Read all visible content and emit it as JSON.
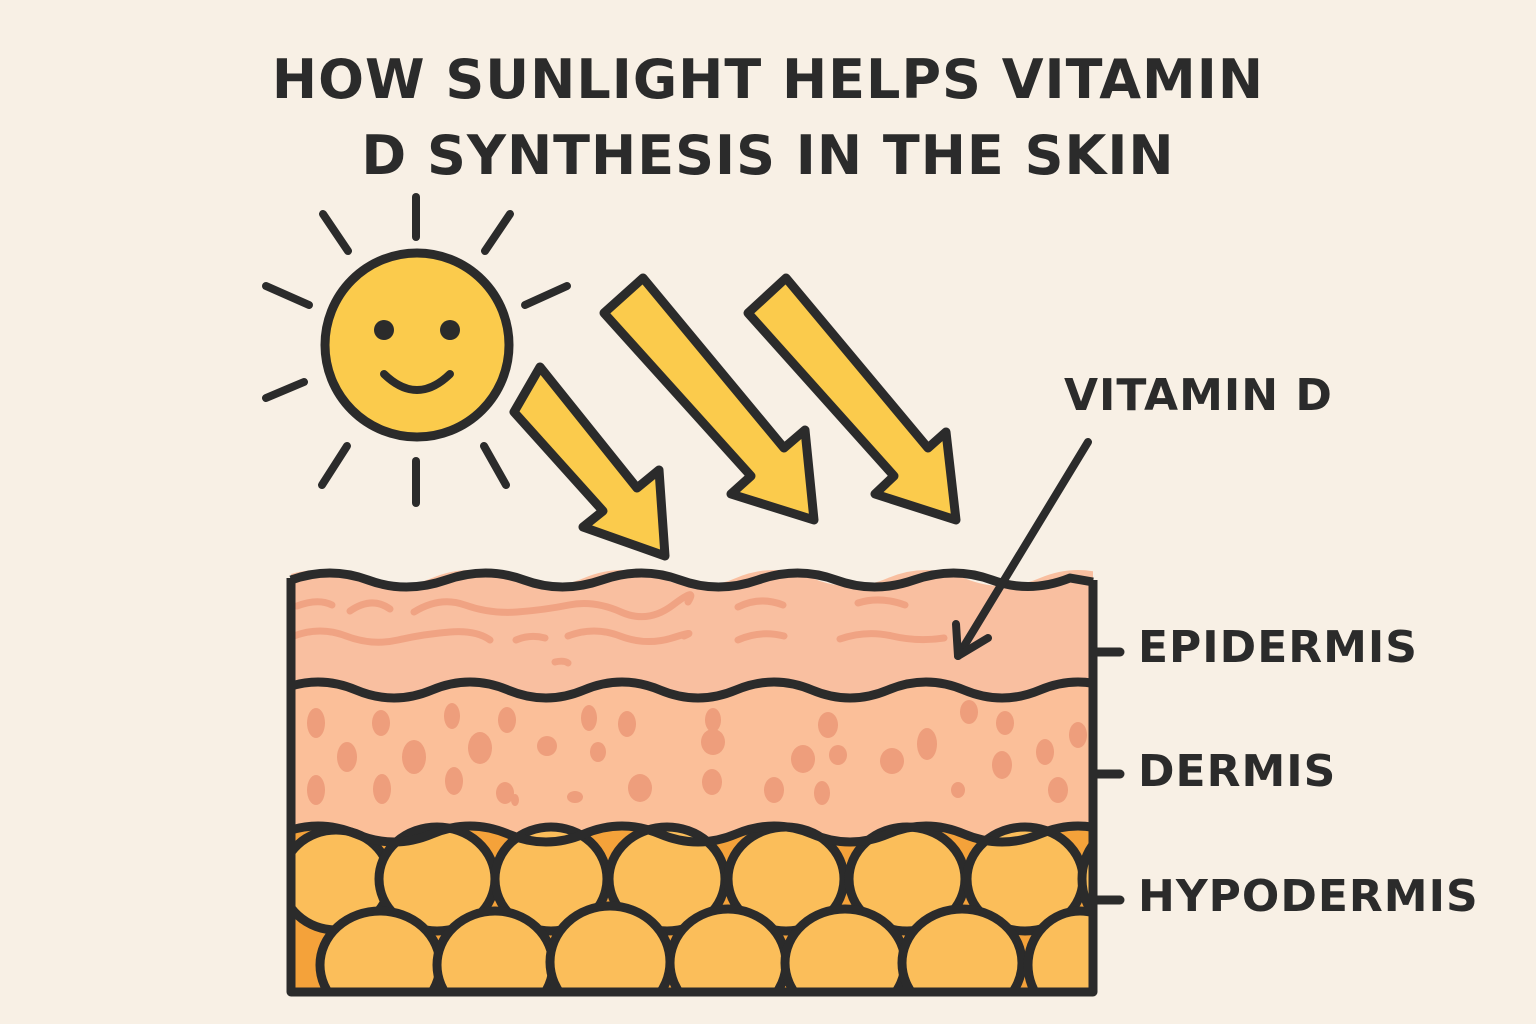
{
  "title": {
    "line1": "HOW SUNLIGHT HELPS VITAMIN",
    "line2": "D SYNTHESIS IN THE SKIN"
  },
  "callout": {
    "label": "VITAMIN D"
  },
  "layers": [
    {
      "label": "EPIDERMIS",
      "color": "#f9bfa0"
    },
    {
      "label": "DERMIS",
      "color": "#fbbf99"
    },
    {
      "label": "HYPODERMIS",
      "color": "#fbbe5a"
    }
  ],
  "icons": {
    "sun": "smiling-sun",
    "rays": "sunlight-arrow"
  },
  "colors": {
    "background": "#f8f0e5",
    "outline": "#2b2b2b",
    "sun_fill": "#fbcb4c",
    "arrow_fill": "#fbcb4c",
    "epidermis_fill": "#f9bfa0",
    "epidermis_lines": "#f0a383",
    "dermis_fill": "#fbbf99",
    "dermis_dots": "#ee9e7c",
    "fat_cell_fill": "#fbbe5a",
    "fat_gap_fill": "#f4a23a"
  }
}
